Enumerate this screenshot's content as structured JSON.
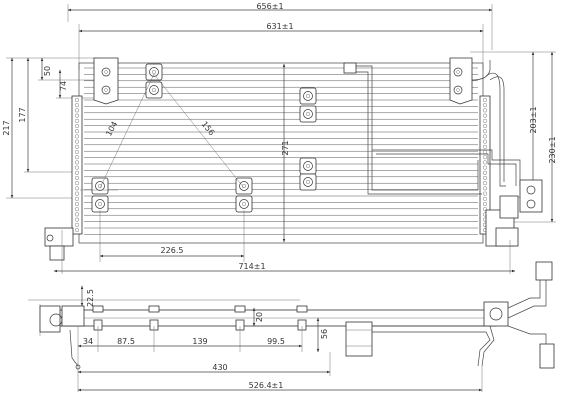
{
  "drawing": {
    "background": "#ffffff",
    "line_color": "#333333",
    "front_view": {
      "dimensions": {
        "overall_width": "656±1",
        "core_width": "631±1",
        "height_right": "230±1",
        "height_right_inner": "203±1",
        "height_left": "217",
        "height_left_inner": "177",
        "small_50": "50",
        "small_74": "74",
        "core_height": "271",
        "bracket_span": "226.5",
        "bottom_width": "714±1",
        "diag_left": "104",
        "diag_right": "156"
      }
    },
    "side_view": {
      "dimensions": {
        "d_22_5": "22.5",
        "d_20": "20",
        "d_56": "56",
        "d_34": "34",
        "d_87_5": "87.5",
        "d_139": "139",
        "d_99_5": "99.5",
        "d_430": "430",
        "d_526": "526.4±1"
      }
    }
  }
}
